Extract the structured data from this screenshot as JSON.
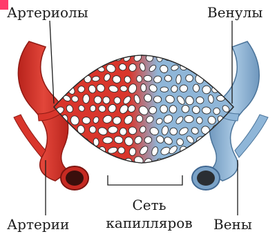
{
  "labels": {
    "arterioles": "Артериолы",
    "venules": "Венулы",
    "arteries": "Артерии",
    "capillary_net_line1": "Сеть",
    "capillary_net_line2": "капилляров",
    "veins": "Вены"
  },
  "colors": {
    "artery": "#d9362c",
    "artery_dark": "#a81e18",
    "vein": "#8fb6d8",
    "vein_dark": "#5f87ad",
    "capillary_border": "#2a2a2a",
    "leader_line": "#1a1a1a",
    "accent_tab": "#ff3b6b"
  }
}
